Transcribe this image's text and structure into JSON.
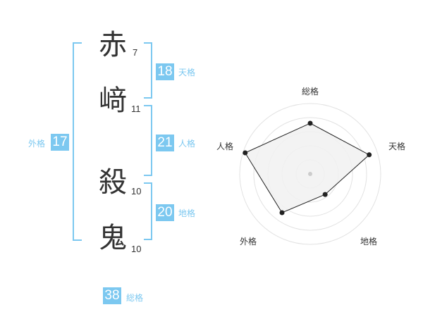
{
  "name": {
    "chars": [
      {
        "char": "赤",
        "strokes": "7"
      },
      {
        "char": "﨑",
        "strokes": "11"
      },
      {
        "char": "殺",
        "strokes": "10"
      },
      {
        "char": "鬼",
        "strokes": "10"
      }
    ]
  },
  "fortunes": {
    "tenkaku": {
      "value": "18",
      "label": "天格"
    },
    "jinkaku": {
      "value": "21",
      "label": "人格"
    },
    "chikaku": {
      "value": "20",
      "label": "地格"
    },
    "gaikaku": {
      "value": "17",
      "label": "外格"
    },
    "soukaku": {
      "value": "38",
      "label": "総格"
    }
  },
  "radar": {
    "labels": [
      "総格",
      "天格",
      "地格",
      "外格",
      "人格"
    ],
    "values": [
      0.72,
      0.88,
      0.36,
      0.68,
      0.97
    ],
    "colors": {
      "grid": "#e2e2e2",
      "fill": "#f1f1f1",
      "line": "#222222",
      "point": "#222222",
      "center": "#cccccc"
    }
  },
  "colors": {
    "accent": "#7cc8f0",
    "text": "#333333"
  }
}
